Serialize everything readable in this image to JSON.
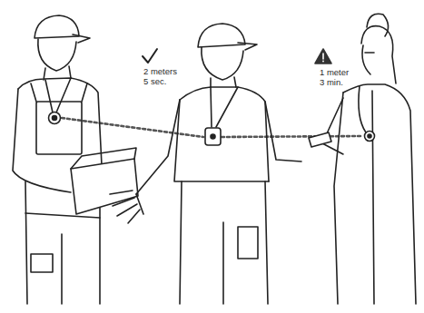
{
  "diagram": {
    "labels": [
      "2 meters",
      "5 sec.",
      "1 meter",
      "3 min."
    ]
  }
}
